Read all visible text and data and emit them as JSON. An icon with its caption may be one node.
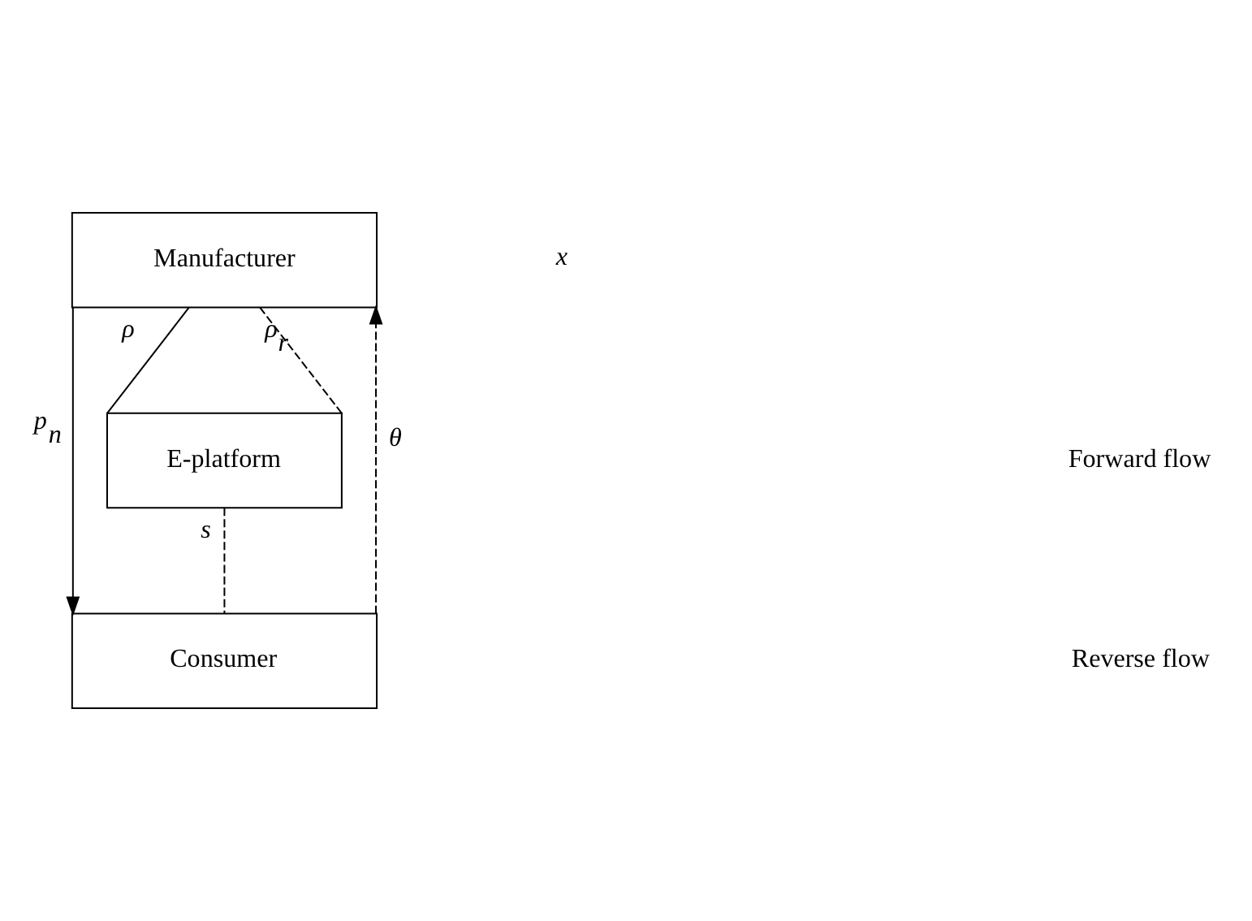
{
  "diagram": {
    "nodes": [
      {
        "text": [
          "Manufacturer"
        ]
      },
      {
        "text": [
          "E-platform"
        ]
      },
      {
        "text": [
          "Consumer"
        ]
      }
    ],
    "edges": [
      {
        "from": 0,
        "to": 1,
        "arrow": "none",
        "label": "ρ"
      },
      {
        "from": 0,
        "to": 1,
        "arrow": "none",
        "label": "ρ$_{r}$",
        "style": "dashed"
      },
      {
        "from": 1,
        "to": 2,
        "arrow": "none",
        "label": "s",
        "style": "dashed"
      },
      {
        "from": 0,
        "to": 2,
        "arrow": "to",
        "label": "p$_{n}$"
      },
      {
        "from": 2,
        "to": 0,
        "arrow": "to",
        "label": "θ",
        "style": "dashed"
      }
    ],
    "labels": [
      "x"
    ],
    "legend": [
      {
        "text": "Forward flow"
      },
      {
        "text": "Reverse flow"
      }
    ]
  }
}
